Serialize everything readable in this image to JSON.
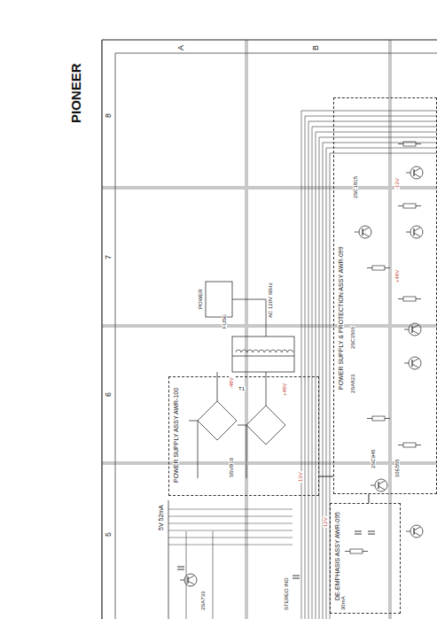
{
  "diagram": {
    "nodes": [
      {
        "text": [
          "POWER SUPPLY ASSY AWR-100"
        ]
      },
      {
        "text": [
          "POWER SUPPLY & PROTECTION ASSY AWR-099"
        ]
      },
      {
        "text": [
          "DE-EMPHASIS ASSY AWR-095"
        ]
      }
    ],
    "edges": [
      {
        "from": 0,
        "to": 1,
        "arrow": "none"
      },
      {
        "from": 1,
        "to": 2,
        "arrow": "none"
      }
    ],
    "labels": [
      "PIONEER",
      "A",
      "B",
      "8",
      "7",
      "6",
      "5",
      "AC 120V 60Hz",
      "5V 52mA",
      "-48V",
      "+48V",
      "13V",
      "12V",
      "2SA733",
      "2SC1566",
      "2SA823",
      "2SC945",
      "2SC1815",
      "S5VB10",
      "10E555",
      "FUSE",
      "POWER",
      "T1",
      "STEREO IND",
      "30mA",
      "-13V",
      "+48V"
    ]
  }
}
